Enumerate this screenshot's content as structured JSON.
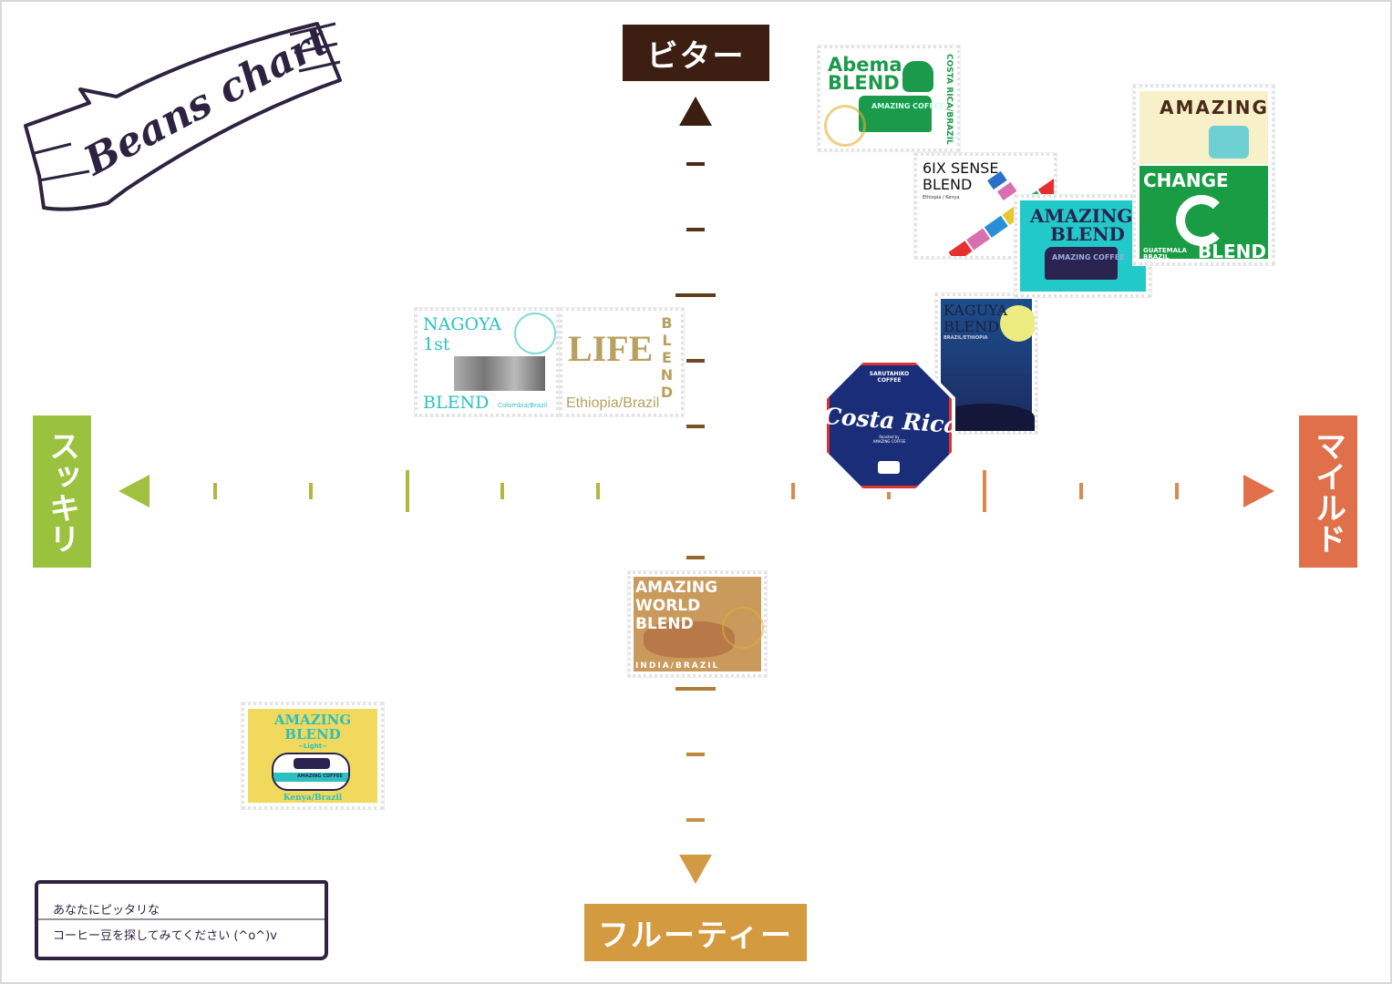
{
  "title": "Beans chart",
  "axes": {
    "top": "ビター",
    "bottom": "フルーティー",
    "left": "スッキリ",
    "right": "マイルド"
  },
  "colors": {
    "top": "#3d1e12",
    "bottom": "#d39a40",
    "left": "#9bc23f",
    "right": "#e0704a"
  },
  "stamps": {
    "abema": {
      "line1": "Abema",
      "line2": "BLEND",
      "origin": "COSTA RICA/BRAZIL",
      "truck": "AMAZING COFFEE"
    },
    "sixsense": {
      "line1": "6IX SENSE",
      "line2": "BLEND",
      "origin": "Ethiopia / Kenya"
    },
    "amazing_blend": {
      "line1": "AMAZING",
      "line2": "BLEND",
      "truck": "AMAZING COFFEE"
    },
    "change": {
      "top": "AMAZING",
      "line1": "CHANGE",
      "line2": "BLEND",
      "origin1": "GUATEMALA",
      "origin2": "BRAZIL"
    },
    "kaguya": {
      "line1": "KAGUYA",
      "line2": "BLEND",
      "origin": "BRAZIL/ETHIOPIA"
    },
    "costarica": {
      "brand1": "SARUTAHIKO",
      "brand2": "COFFEE",
      "name": "Costa Rica",
      "sub1": "Roasted by",
      "sub2": "AMAZING COFFEE"
    },
    "nagoya": {
      "line1": "NAGOYA",
      "line2": "1st",
      "line3": "BLEND",
      "origin": "Colombia/Brazil"
    },
    "life": {
      "big": "LIFE",
      "side": "BLEND",
      "origin": "Ethiopia/Brazil"
    },
    "world": {
      "line1": "AMAZING",
      "line2": "WORLD",
      "line3": "BLEND",
      "origin": "INDIA/BRAZIL"
    },
    "light": {
      "line1": "AMAZING",
      "line2": "BLEND",
      "line3": "~Light~",
      "truck": "AMAZING COFFEE",
      "origin": "Kenya/Brazil"
    }
  },
  "sign": {
    "line1": "あなたにピッタリな",
    "line2": "コーヒー豆を探してみてください (^o^)v"
  }
}
